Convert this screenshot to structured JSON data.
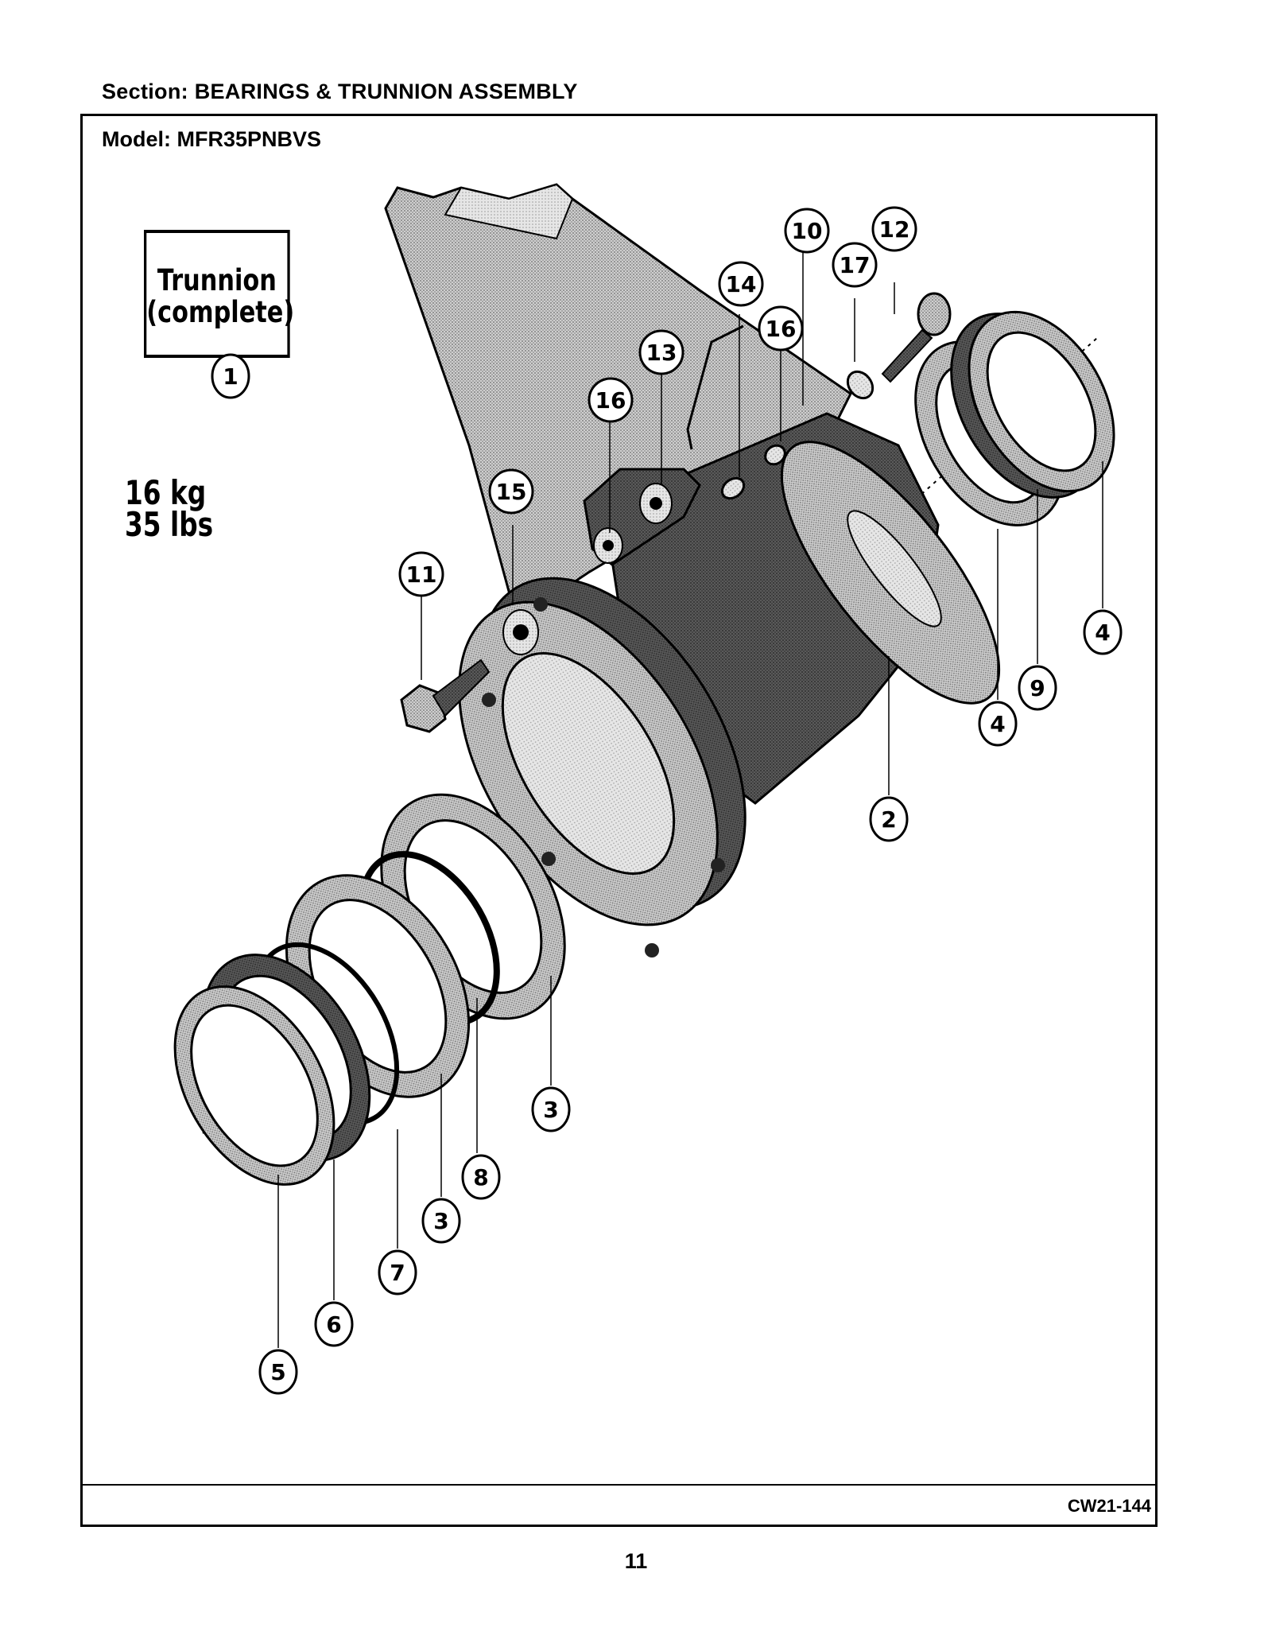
{
  "header": {
    "section": "Section:  BEARINGS & TRUNNION ASSEMBLY",
    "model": "Model:  MFR35PNBVS"
  },
  "trunnion_label": {
    "line1": "Trunnion",
    "line2": "(complete)",
    "callout": "1"
  },
  "weight": {
    "kg": "16 kg",
    "lbs": "35 lbs"
  },
  "callouts": {
    "c2": "2",
    "c3a": "3",
    "c3b": "3",
    "c4a": "4",
    "c4b": "4",
    "c5": "5",
    "c6": "6",
    "c7": "7",
    "c8": "8",
    "c9": "9",
    "c10": "10",
    "c11": "11",
    "c12": "12",
    "c13": "13",
    "c14": "14",
    "c15": "15",
    "c16a": "16",
    "c16b": "16",
    "c17": "17"
  },
  "footer": {
    "drawing_number": "CW21-144",
    "page": "11"
  }
}
